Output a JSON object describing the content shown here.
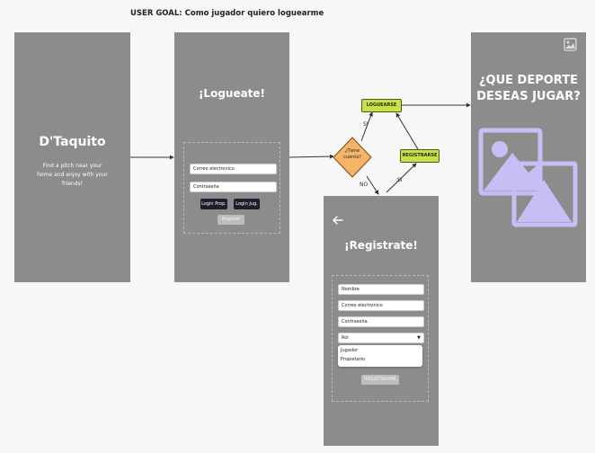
{
  "goal": "USER GOAL: Como jugador quiero loguearme",
  "splash": {
    "title": "D'Taquito",
    "tagline_1": "Find a pitch near your",
    "tagline_2": "home and enjoy with your",
    "tagline_3": "friends!"
  },
  "login": {
    "title": "¡Logueate!",
    "email_placeholder": "Correo electronico",
    "password_placeholder": "Contraseña",
    "login_prop": "Login Prop.",
    "login_jug": "Login Jug.",
    "register": "Register"
  },
  "flow": {
    "decision_1": "¿Tiene",
    "decision_2": "cuenta?",
    "loguearse": "LOGUEARSE",
    "registrarse": "REGISTRARSE",
    "si_top": "SI",
    "si_bottom": "SI",
    "no": "NO"
  },
  "register_screen": {
    "title": "¡Registrate!",
    "nombre": "Nombre",
    "correo": "Correo electronico",
    "contrasena": "Contraseña",
    "rol": "Rol",
    "options": [
      "Jugador",
      "Propietario"
    ],
    "submit": "REGISTRARME"
  },
  "sport": {
    "title_1": "¿QUE DEPORTE",
    "title_2": "DESEAS JUGAR?"
  },
  "colors": {
    "screen": "#8c8c8c",
    "node_green": "#c8e14a",
    "decision": "#f6b46a",
    "image_placeholder": "#c9bdf5"
  }
}
